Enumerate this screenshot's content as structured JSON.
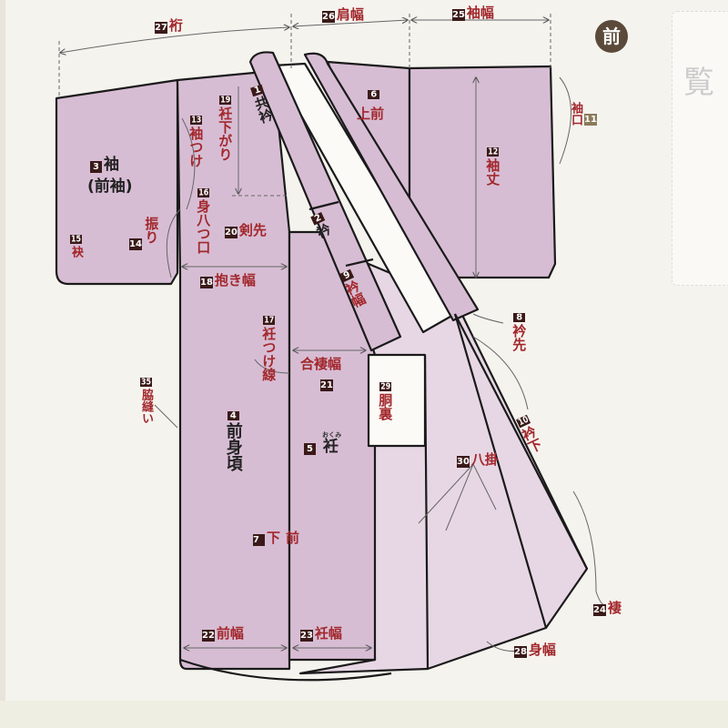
{
  "page": {
    "front_badge": "前",
    "side_tab_text": "覧"
  },
  "colors": {
    "kimono_fill": "#d7bdd4",
    "lining_fill": "#e7d7e4",
    "label_red": "#a2282c",
    "number_box": "#3a1a18"
  },
  "labels": {
    "l27": {
      "num": "27",
      "text": "裄"
    },
    "l26": {
      "num": "26",
      "text": "肩幅"
    },
    "l25": {
      "num": "25",
      "text": "袖幅"
    },
    "l1": {
      "num": "1",
      "text": "共衿"
    },
    "l6": {
      "num": "6",
      "text": "上前"
    },
    "l19": {
      "num": "19",
      "text": "衽下がり"
    },
    "l13": {
      "num": "13",
      "text": "袖つけ"
    },
    "l3": {
      "num": "3",
      "text": "袖",
      "sub": "(前袖)"
    },
    "l12": {
      "num": "12",
      "text": "袖丈"
    },
    "l11": {
      "num": "11",
      "text": "袖口"
    },
    "l16": {
      "num": "16",
      "text": "身八つ口"
    },
    "l20": {
      "num": "20",
      "text": "剣先"
    },
    "l2": {
      "num": "2",
      "text": "衿"
    },
    "l15": {
      "num": "15",
      "text": "袂"
    },
    "l14": {
      "num": "14",
      "text": "振り"
    },
    "l18": {
      "num": "18",
      "text": "抱き幅"
    },
    "l9": {
      "num": "9",
      "text": "衿幅"
    },
    "l17": {
      "num": "17",
      "text": "衽つけ線"
    },
    "l21": {
      "num": "21",
      "text": "合褄幅"
    },
    "l8": {
      "num": "8",
      "text": "衿先"
    },
    "l29": {
      "num": "29",
      "text": "胴裏"
    },
    "l35": {
      "num": "35",
      "text": "脇縫い"
    },
    "l4": {
      "num": "4",
      "text": "前身頃"
    },
    "l5": {
      "num": "5",
      "text": "衽",
      "ruby": "おくみ"
    },
    "l10": {
      "num": "10",
      "text": "衿下"
    },
    "l30": {
      "num": "30",
      "text": "八掛"
    },
    "l7": {
      "num": "7",
      "text": "下前"
    },
    "l24": {
      "num": "24",
      "text": "褄"
    },
    "l22": {
      "num": "22",
      "text": "前幅"
    },
    "l23": {
      "num": "23",
      "text": "衽幅"
    },
    "l28": {
      "num": "28",
      "text": "身幅"
    }
  }
}
